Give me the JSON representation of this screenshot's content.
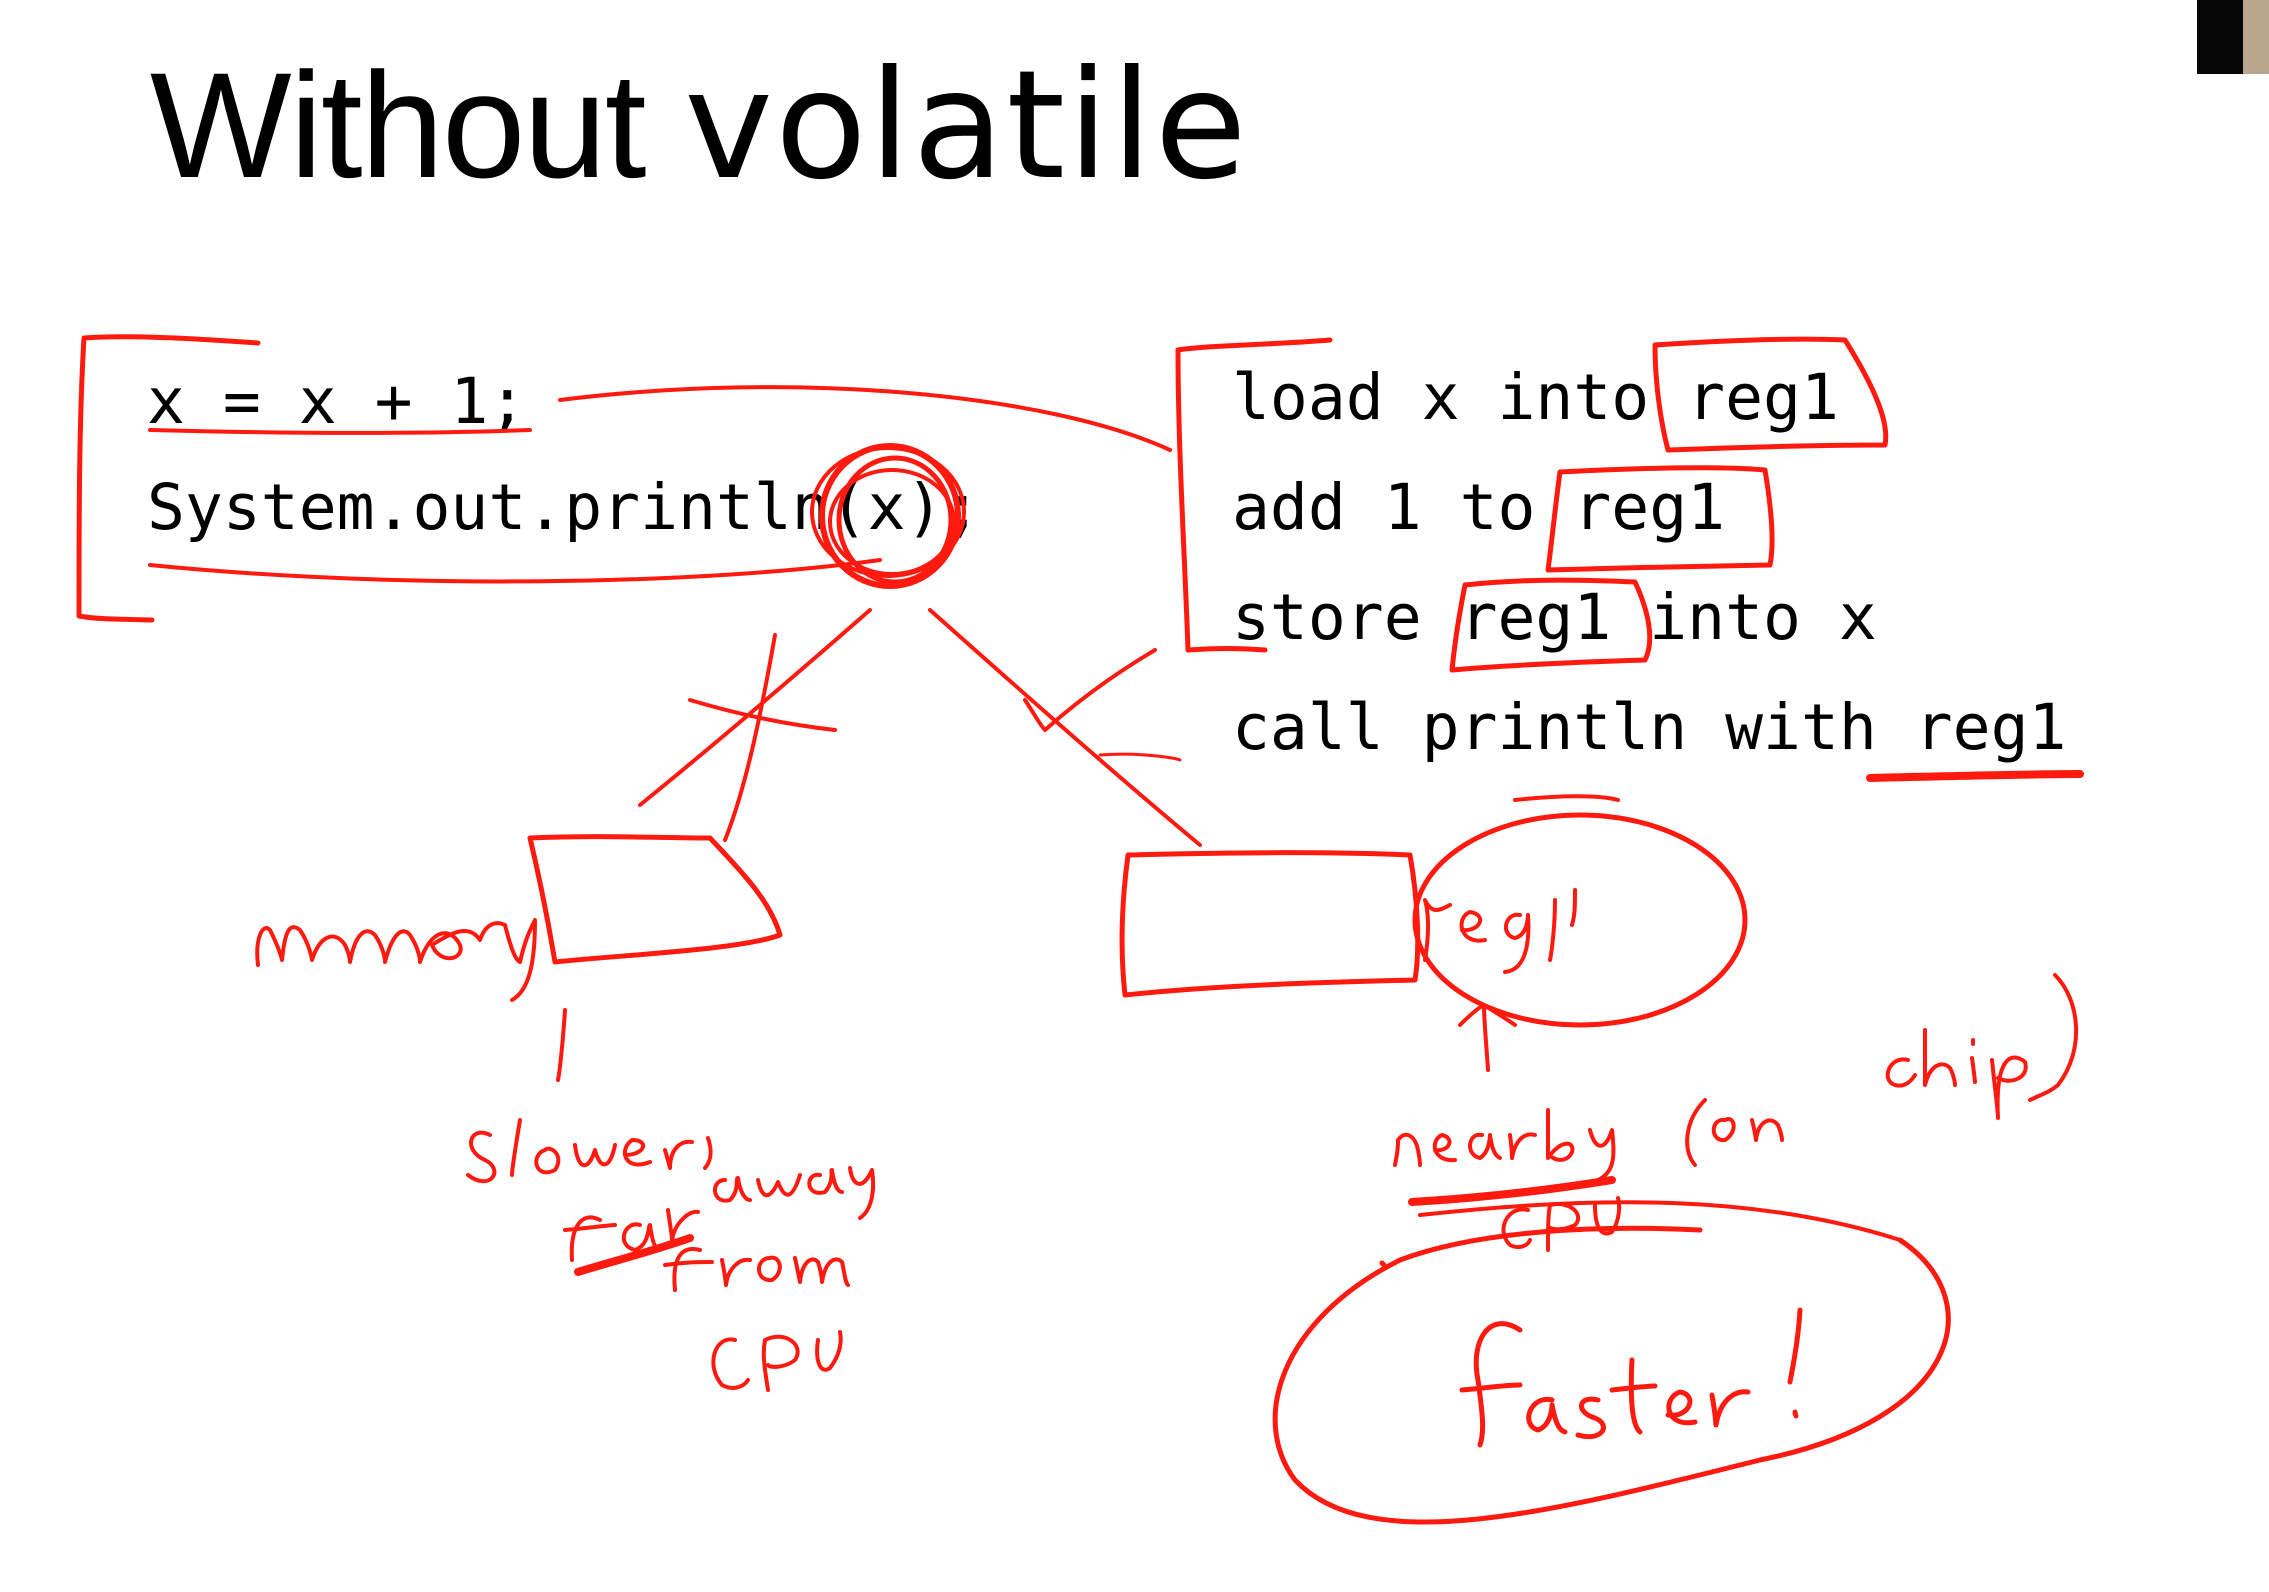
{
  "slide": {
    "title_plain": "Without ",
    "title_code": "volatile"
  },
  "left_code": [
    "x = x + 1;",
    "System.out.println(x);"
  ],
  "right_code": [
    "load x into reg1",
    "add 1 to reg1",
    "store reg1 into x",
    "call println with reg1"
  ],
  "ink_colors": {
    "annotation": "#ff1a10"
  }
}
